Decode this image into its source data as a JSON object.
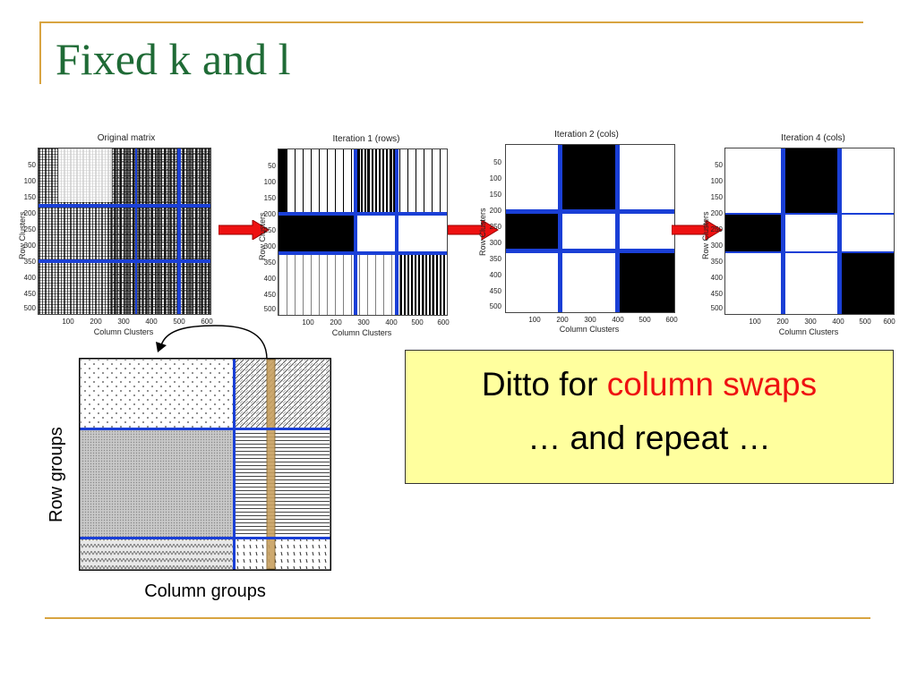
{
  "slide": {
    "title": "Fixed k and l",
    "callout": {
      "line1_prefix": "Ditto for ",
      "line1_highlight": "column swaps",
      "line2": "… and repeat …"
    },
    "schematic": {
      "row_label": "Row groups",
      "column_label": "Column groups"
    }
  },
  "colors": {
    "title": "#1f6b36",
    "rule": "#d8a441",
    "divider": "#1a3fd6",
    "arrow": "#e11",
    "highlight": "#ee1111",
    "callout_bg": "#ffff9e"
  },
  "panels": [
    {
      "title": "Original matrix",
      "xlabel": "Column Clusters",
      "ylabel": "Row Clusters",
      "yticks": [
        "50",
        "100",
        "150",
        "200",
        "250",
        "300",
        "350",
        "400",
        "450",
        "500"
      ],
      "xticks": [
        "100",
        "200",
        "300",
        "400",
        "500",
        "600"
      ]
    },
    {
      "title": "Iteration 1 (rows)",
      "xlabel": "Column Clusters",
      "ylabel": "Row Clusters",
      "yticks": [
        "50",
        "100",
        "150",
        "200",
        "250",
        "300",
        "350",
        "400",
        "450",
        "500"
      ],
      "xticks": [
        "100",
        "200",
        "300",
        "400",
        "500",
        "600"
      ]
    },
    {
      "title": "Iteration 2 (cols)",
      "xlabel": "Column Clusters",
      "ylabel": "Row Clusters",
      "yticks": [
        "50",
        "100",
        "150",
        "200",
        "250",
        "300",
        "350",
        "400",
        "450",
        "500"
      ],
      "xticks": [
        "100",
        "200",
        "300",
        "400",
        "500",
        "600"
      ]
    },
    {
      "title": "Iteration 4 (cols)",
      "xlabel": "Column Clusters",
      "ylabel": "Row Clusters",
      "yticks": [
        "50",
        "100",
        "150",
        "200",
        "250",
        "300",
        "350",
        "400",
        "450",
        "500"
      ],
      "xticks": [
        "100",
        "200",
        "300",
        "400",
        "500",
        "600"
      ]
    }
  ]
}
